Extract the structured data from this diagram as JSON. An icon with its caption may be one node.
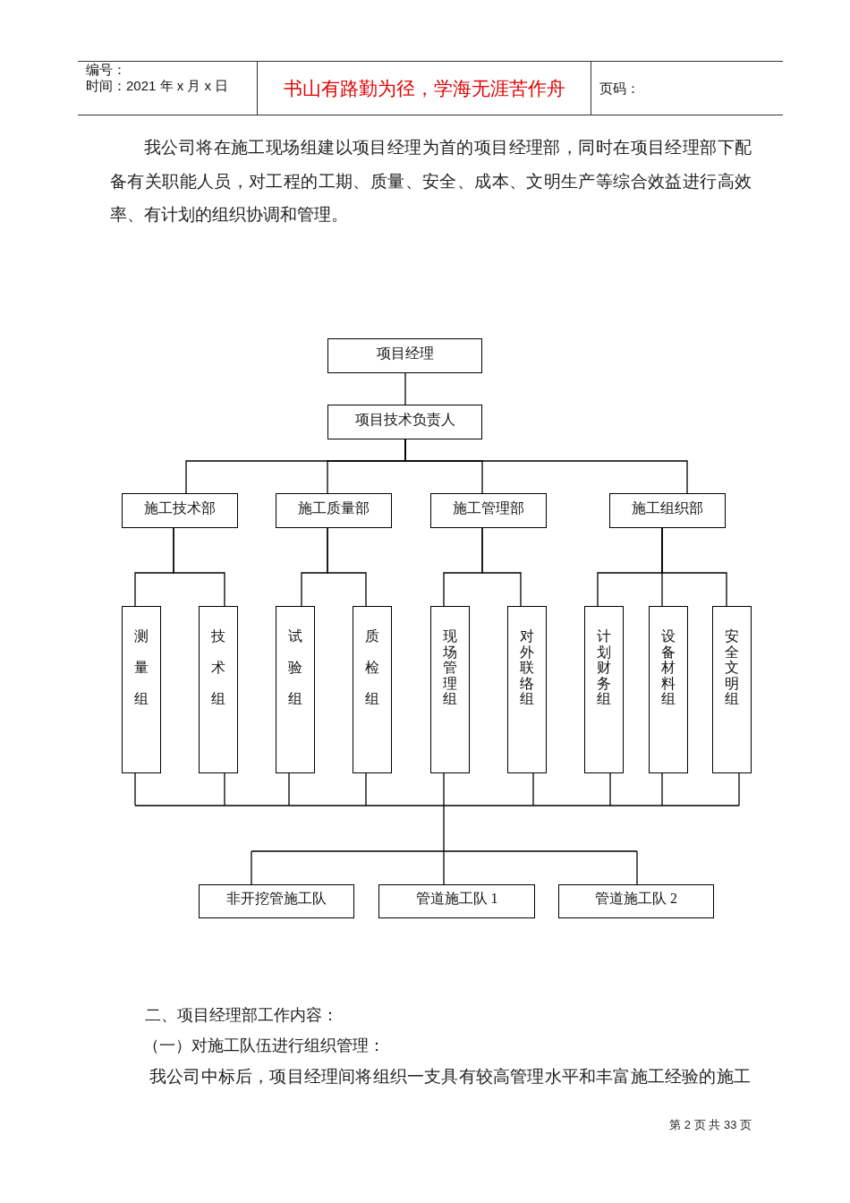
{
  "diagram": {
    "nodes": [
      {
        "text": [
          "项目经理"
        ]
      },
      {
        "text": [
          "项目技术负责人"
        ]
      },
      {
        "text": [
          "施工技术部"
        ]
      },
      {
        "text": [
          "施工质量部"
        ]
      },
      {
        "text": [
          "施工管理部"
        ]
      },
      {
        "text": [
          "施工组织部"
        ]
      },
      {
        "text": [
          "测量组"
        ]
      },
      {
        "text": [
          "技术组"
        ]
      },
      {
        "text": [
          "试验组"
        ]
      },
      {
        "text": [
          "质检组"
        ]
      },
      {
        "text": [
          "现场管理组"
        ]
      },
      {
        "text": [
          "对外联络组"
        ]
      },
      {
        "text": [
          "计划财务组"
        ]
      },
      {
        "text": [
          "设备材料组"
        ]
      },
      {
        "text": [
          "安全文明组"
        ]
      },
      {
        "text": [
          "非开挖管施工队"
        ]
      },
      {
        "text": [
          "管道施工队 1"
        ]
      },
      {
        "text": [
          "管道施工队 2"
        ]
      }
    ],
    "edges": [
      {
        "from": 0,
        "to": 1,
        "arrow": "none"
      },
      {
        "from": 1,
        "to": 2,
        "arrow": "none"
      },
      {
        "from": 1,
        "to": 3,
        "arrow": "none"
      },
      {
        "from": 1,
        "to": 4,
        "arrow": "none"
      },
      {
        "from": 1,
        "to": 5,
        "arrow": "none"
      },
      {
        "from": 2,
        "to": 6,
        "arrow": "none"
      },
      {
        "from": 2,
        "to": 7,
        "arrow": "none"
      },
      {
        "from": 3,
        "to": 8,
        "arrow": "none"
      },
      {
        "from": 3,
        "to": 9,
        "arrow": "none"
      },
      {
        "from": 4,
        "to": 10,
        "arrow": "none"
      },
      {
        "from": 4,
        "to": 11,
        "arrow": "none"
      },
      {
        "from": 5,
        "to": 12,
        "arrow": "none"
      },
      {
        "from": 5,
        "to": 13,
        "arrow": "none"
      },
      {
        "from": 5,
        "to": 14,
        "arrow": "none"
      },
      {
        "from": 6,
        "to": 15,
        "arrow": "none"
      },
      {
        "from": 6,
        "to": 16,
        "arrow": "none"
      },
      {
        "from": 6,
        "to": 17,
        "arrow": "none"
      },
      {
        "from": 7,
        "to": 15,
        "arrow": "none"
      },
      {
        "from": 7,
        "to": 16,
        "arrow": "none"
      },
      {
        "from": 7,
        "to": 17,
        "arrow": "none"
      },
      {
        "from": 8,
        "to": 15,
        "arrow": "none"
      },
      {
        "from": 8,
        "to": 16,
        "arrow": "none"
      },
      {
        "from": 8,
        "to": 17,
        "arrow": "none"
      },
      {
        "from": 9,
        "to": 15,
        "arrow": "none"
      },
      {
        "from": 9,
        "to": 16,
        "arrow": "none"
      },
      {
        "from": 9,
        "to": 17,
        "arrow": "none"
      },
      {
        "from": 10,
        "to": 15,
        "arrow": "none"
      },
      {
        "from": 10,
        "to": 16,
        "arrow": "none"
      },
      {
        "from": 10,
        "to": 17,
        "arrow": "none"
      },
      {
        "from": 11,
        "to": 15,
        "arrow": "none"
      },
      {
        "from": 11,
        "to": 16,
        "arrow": "none"
      },
      {
        "from": 11,
        "to": 17,
        "arrow": "none"
      },
      {
        "from": 12,
        "to": 15,
        "arrow": "none"
      },
      {
        "from": 12,
        "to": 16,
        "arrow": "none"
      },
      {
        "from": 12,
        "to": 17,
        "arrow": "none"
      },
      {
        "from": 13,
        "to": 15,
        "arrow": "none"
      },
      {
        "from": 13,
        "to": 16,
        "arrow": "none"
      },
      {
        "from": 13,
        "to": 17,
        "arrow": "none"
      },
      {
        "from": 14,
        "to": 15,
        "arrow": "none"
      },
      {
        "from": 14,
        "to": 16,
        "arrow": "none"
      },
      {
        "from": 14,
        "to": 17,
        "arrow": "none"
      }
    ],
    "labels": [
      "编号：",
      "时间：2021 年 x 月 x 日",
      "书山有路勤为径，学海无涯苦作舟",
      "页码：",
      "我公司将在施工现场组建以项目经理为首的项目经理部，同时在项目经理部下配备有关职能人员，对工程的工期、质量、安全、成本、文明生产等综合效益进行高效率、有计划的组织协调和管理。",
      "二、项目经理部工作内容：",
      "（一）对施工队伍进行组织管理：",
      "我公司中标后，项目经理间将组织一支具有较高管理水平和丰富施工经验的施工",
      "第 2 页 共 33 页"
    ]
  }
}
